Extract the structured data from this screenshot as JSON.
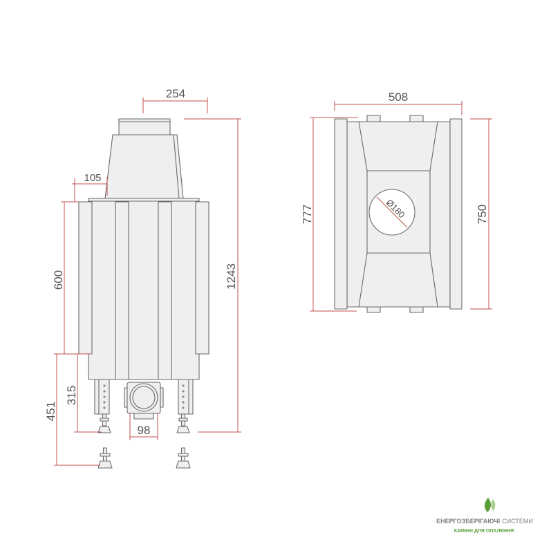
{
  "drawing": {
    "front_view": {
      "dimensions": {
        "flue_width": "254",
        "side_offset": "105",
        "panel_height": "600",
        "total_height": "1243",
        "leg_height": "315",
        "leg_max_height": "451",
        "intake_width": "98"
      }
    },
    "top_view": {
      "dimensions": {
        "width": "508",
        "depth_outer": "777",
        "depth_inner": "750",
        "flue_diameter": "Ø180"
      }
    }
  },
  "brand": {
    "name_bold": "ЕНЕРГОЗБЕРІГАЮЧІ",
    "name_light": "СИСТЕМИ",
    "tagline": "КАМІНИ ДЛЯ ОПАЛЕННЯ",
    "icon": "flame-icon"
  },
  "colors": {
    "dimension": "#c0504d",
    "outline": "#6a6a6a",
    "fill": "#efefef",
    "text": "#555555",
    "brand_green": "#5c9e3a",
    "brand_gray": "#7d7d7d"
  }
}
